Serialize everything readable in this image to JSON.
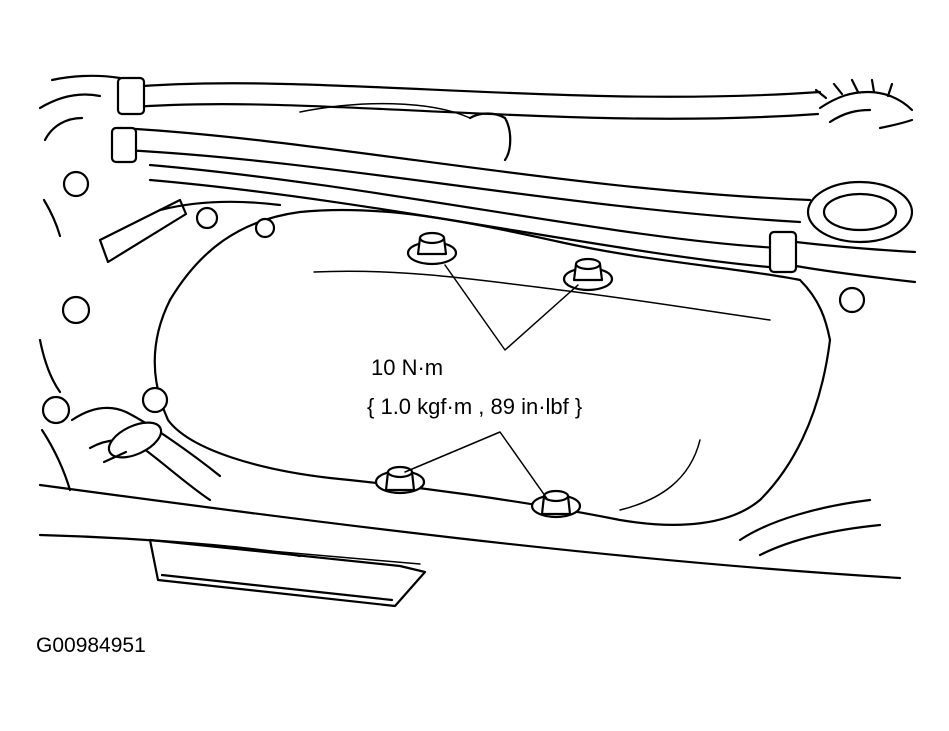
{
  "callout": {
    "torque_line1": "10 N·m",
    "torque_line2": "{ 1.0 kgf·m , 89 in·lbf }"
  },
  "figure_id": "G00984951",
  "parts": {
    "cover_bolts": [
      "bolt-top-left",
      "bolt-top-right",
      "bolt-bottom-left",
      "bolt-bottom-right"
    ],
    "icons": [
      "engine-cover-illustration",
      "hose-icon",
      "oil-filler-cap-icon",
      "hose-clamp-icon",
      "bolt-icon"
    ]
  },
  "colors": {
    "line": "#000000",
    "background": "#ffffff"
  }
}
